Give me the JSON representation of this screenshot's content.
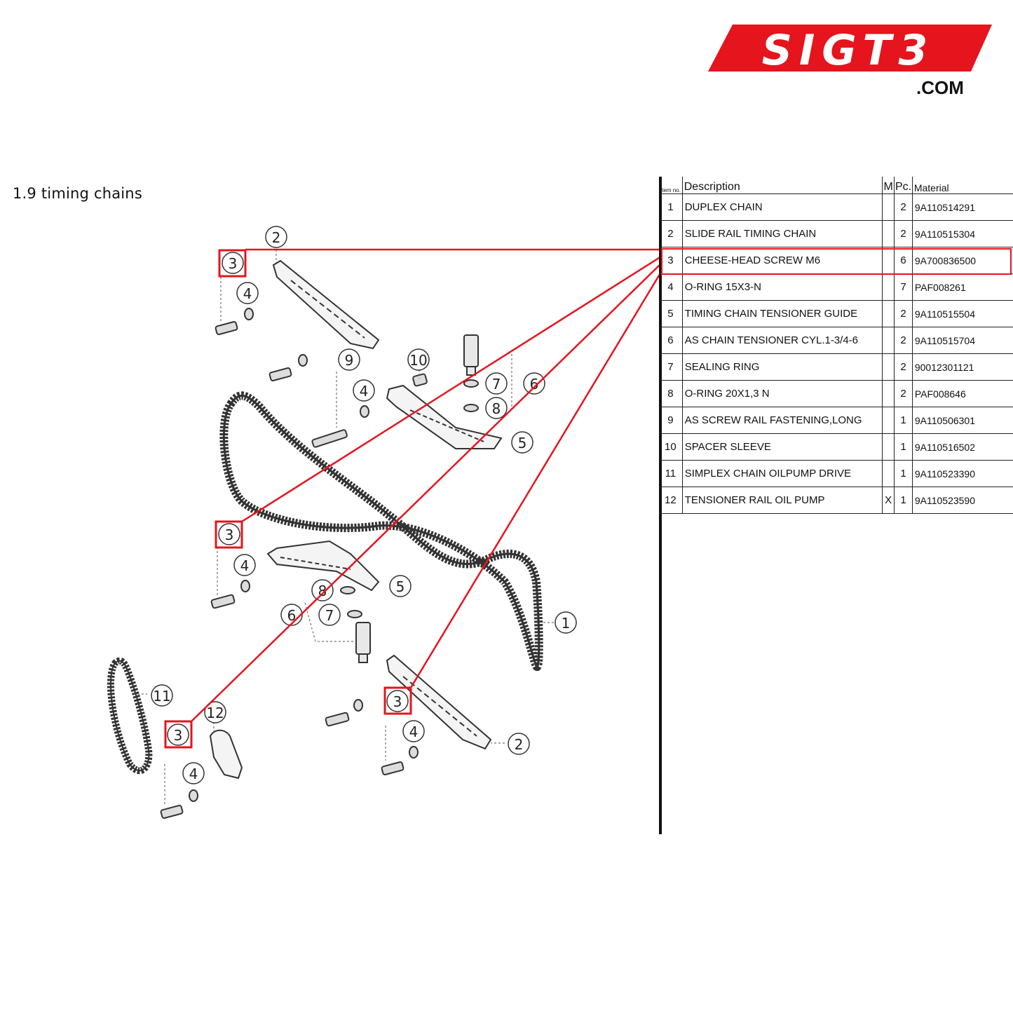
{
  "logo": {
    "text": "SIGT3",
    "domain": ".COM",
    "color": "#e5141d"
  },
  "section_title": "1.9  timing chains",
  "table": {
    "headers": {
      "item": "Item no.",
      "description": "Description",
      "m": "M",
      "pc": "Pc.",
      "material": "Material"
    },
    "rows": [
      {
        "item": "1",
        "description": "DUPLEX CHAIN",
        "m": "",
        "pc": "2",
        "material": "9A110514291"
      },
      {
        "item": "2",
        "description": "SLIDE RAIL TIMING CHAIN",
        "m": "",
        "pc": "2",
        "material": "9A110515304"
      },
      {
        "item": "3",
        "description": "CHEESE-HEAD SCREW M6",
        "m": "",
        "pc": "6",
        "material": "9A700836500"
      },
      {
        "item": "4",
        "description": "O-RING 15X3-N",
        "m": "",
        "pc": "7",
        "material": "PAF008261"
      },
      {
        "item": "5",
        "description": "TIMING CHAIN TENSIONER GUIDE",
        "m": "",
        "pc": "2",
        "material": "9A110515504"
      },
      {
        "item": "6",
        "description": "AS CHAIN TENSIONER CYL.1-3/4-6",
        "m": "",
        "pc": "2",
        "material": "9A110515704"
      },
      {
        "item": "7",
        "description": "SEALING RING",
        "m": "",
        "pc": "2",
        "material": "90012301121"
      },
      {
        "item": "8",
        "description": "O-RING 20X1,3 N",
        "m": "",
        "pc": "2",
        "material": "PAF008646"
      },
      {
        "item": "9",
        "description": "AS SCREW RAIL FASTENING,LONG",
        "m": "",
        "pc": "1",
        "material": "9A110506301"
      },
      {
        "item": "10",
        "description": "SPACER SLEEVE",
        "m": "",
        "pc": "1",
        "material": "9A110516502"
      },
      {
        "item": "11",
        "description": "SIMPLEX CHAIN OILPUMP DRIVE",
        "m": "",
        "pc": "1",
        "material": "9A110523390"
      },
      {
        "item": "12",
        "description": "TENSIONER RAIL OIL PUMP",
        "m": "X",
        "pc": "1",
        "material": "9A110523590"
      }
    ]
  },
  "highlight": {
    "item": "3",
    "color": "#e5141d"
  },
  "callouts": {
    "c1": "1",
    "c2a": "2",
    "c2b": "2",
    "c3a": "3",
    "c3b": "3",
    "c3c": "3",
    "c3d": "3",
    "c4a": "4",
    "c4b": "4",
    "c4c": "4",
    "c4d": "4",
    "c4e": "4",
    "c5a": "5",
    "c5b": "5",
    "c6a": "6",
    "c6b": "6",
    "c7a": "7",
    "c7b": "7",
    "c8a": "8",
    "c8b": "8",
    "c9": "9",
    "c10": "10",
    "c11": "11",
    "c12": "12"
  }
}
